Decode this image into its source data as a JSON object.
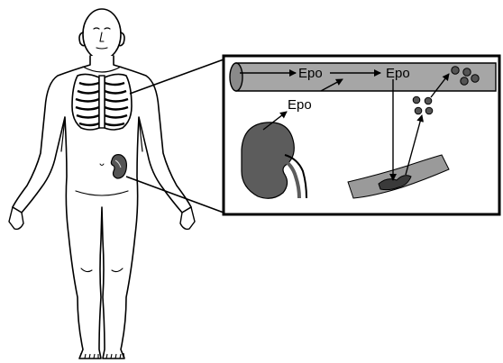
{
  "diagram": {
    "labels": {
      "epo_from_kidney": "Epo",
      "epo_vessel_1": "Epo",
      "epo_vessel_2": "Epo"
    },
    "colors": {
      "line": "#000000",
      "skin": "#ffffff",
      "vessel": "#a6a6a6",
      "vessel_dark": "#7a7a7a",
      "kidney": "#5c5c5c",
      "marrow": "#9a9a9a",
      "cell": "#555555"
    },
    "icons": {
      "body": "human-body-icon",
      "ribcage": "ribcage-icon",
      "kidney": "kidney-icon",
      "vessel": "blood-vessel-icon",
      "marrow": "bone-marrow-icon",
      "cells": "red-blood-cell-icon"
    }
  }
}
